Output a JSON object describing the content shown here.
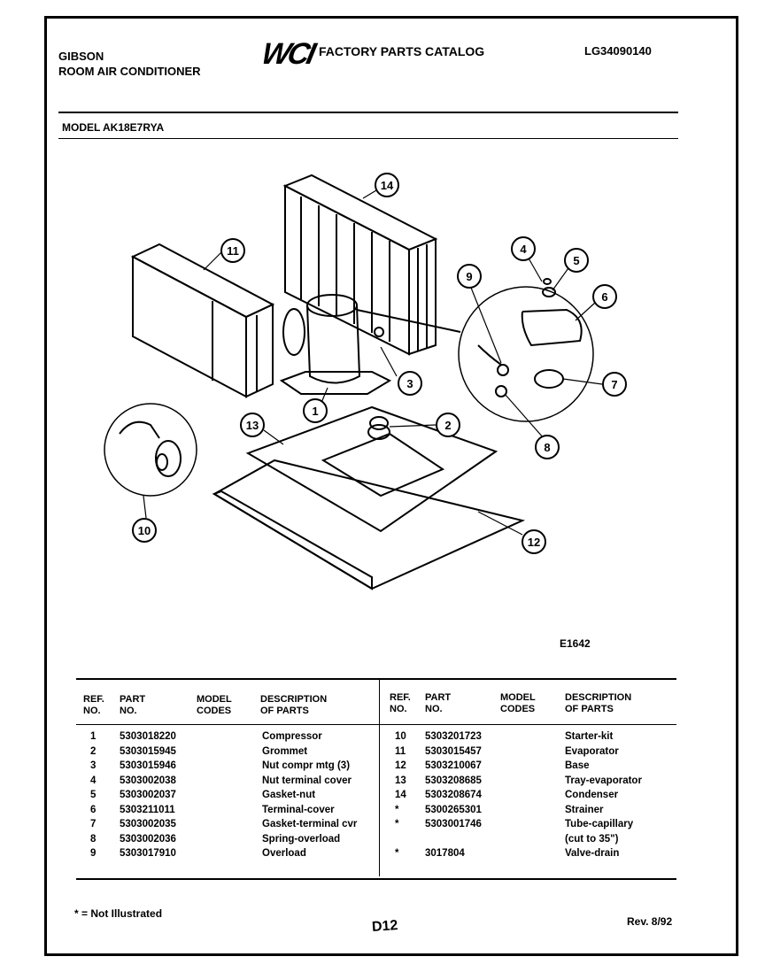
{
  "header": {
    "brand_line1": "GIBSON",
    "brand_line2": "ROOM AIR CONDITIONER",
    "logo_text": "WCI",
    "catalog_title": "FACTORY PARTS CATALOG",
    "doc_number": "LG34090140",
    "model_label": "MODEL AK18E7RYA"
  },
  "diagram": {
    "figure_code": "E1642",
    "callouts": [
      "1",
      "2",
      "3",
      "4",
      "5",
      "6",
      "7",
      "8",
      "9",
      "10",
      "11",
      "12",
      "13",
      "14"
    ]
  },
  "table": {
    "headers": {
      "ref_no": "REF.\nNO.",
      "part_no": "PART\nNO.",
      "model_codes": "MODEL\nCODES",
      "description": "DESCRIPTION\nOF PARTS"
    },
    "left_rows": [
      {
        "ref": "1",
        "part": "5303018220",
        "desc": "Compressor"
      },
      {
        "ref": "2",
        "part": "5303015945",
        "desc": "Grommet"
      },
      {
        "ref": "3",
        "part": "5303015946",
        "desc": "Nut compr mtg (3)"
      },
      {
        "ref": "4",
        "part": "5303002038",
        "desc": "Nut terminal cover"
      },
      {
        "ref": "5",
        "part": "5303002037",
        "desc": "Gasket-nut"
      },
      {
        "ref": "6",
        "part": "5303211011",
        "desc": "Terminal-cover"
      },
      {
        "ref": "7",
        "part": "5303002035",
        "desc": "Gasket-terminal cvr"
      },
      {
        "ref": "8",
        "part": "5303002036",
        "desc": "Spring-overload"
      },
      {
        "ref": "9",
        "part": "5303017910",
        "desc": "Overload"
      }
    ],
    "right_rows": [
      {
        "ref": "10",
        "part": "5303201723",
        "desc": "Starter-kit"
      },
      {
        "ref": "11",
        "part": "5303015457",
        "desc": "Evaporator"
      },
      {
        "ref": "12",
        "part": "5303210067",
        "desc": "Base"
      },
      {
        "ref": "13",
        "part": "5303208685",
        "desc": "Tray-evaporator"
      },
      {
        "ref": "14",
        "part": "5303208674",
        "desc": "Condenser"
      },
      {
        "ref": "*",
        "part": "5300265301",
        "desc": "Strainer"
      },
      {
        "ref": "*",
        "part": "5303001746",
        "desc": "Tube-capillary"
      },
      {
        "ref": "",
        "part": "",
        "desc": "(cut to 35\")"
      },
      {
        "ref": "*",
        "part": "3017804",
        "desc": "Valve-drain"
      }
    ]
  },
  "footer": {
    "footnote": "* = Not Illustrated",
    "page": "D12",
    "revision": "Rev. 8/92"
  }
}
